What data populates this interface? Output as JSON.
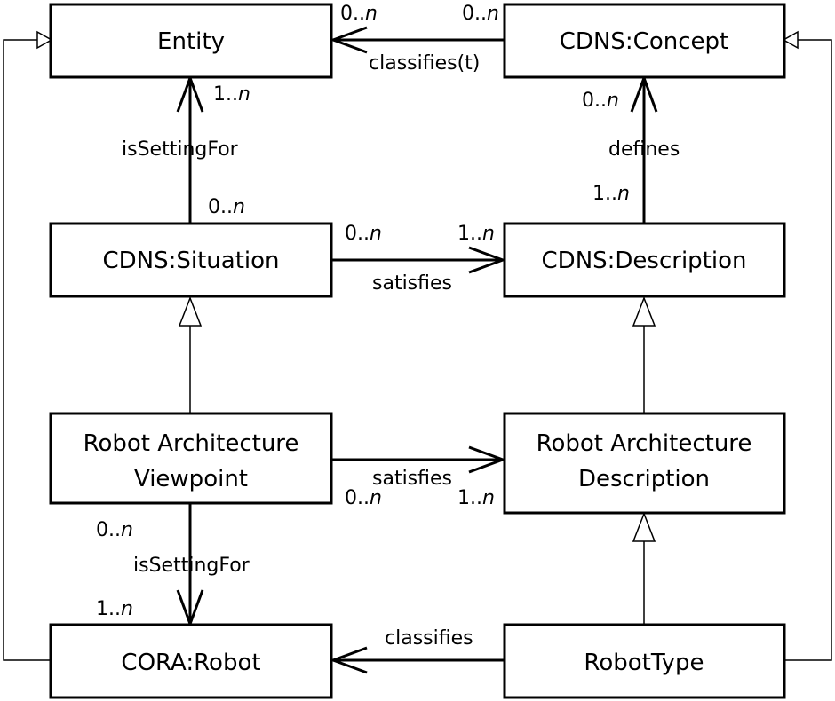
{
  "boxes": {
    "entity": {
      "lines": [
        "Entity"
      ]
    },
    "concept": {
      "lines": [
        "CDNS:Concept"
      ]
    },
    "situation": {
      "lines": [
        "CDNS:Situation"
      ]
    },
    "description": {
      "lines": [
        "CDNS:Description"
      ]
    },
    "viewpoint": {
      "lines": [
        "Robot Architecture",
        "Viewpoint"
      ]
    },
    "rad": {
      "lines": [
        "Robot Architecture",
        "Description"
      ]
    },
    "robot": {
      "lines": [
        "CORA:Robot"
      ]
    },
    "robottype": {
      "lines": [
        "RobotType"
      ]
    }
  },
  "associations": {
    "classifies_t": {
      "label": "classifies(t)",
      "source_mult": "0..",
      "source_mult_n": "n",
      "target_mult": "0..",
      "target_mult_n": "n"
    },
    "is_setting_for_top": {
      "label": "isSettingFor",
      "source_mult": "0..",
      "source_mult_n": "n",
      "target_mult": "1..",
      "target_mult_n": "n"
    },
    "defines": {
      "label": "defines",
      "source_mult": "1..",
      "source_mult_n": "n",
      "target_mult": "0..",
      "target_mult_n": "n"
    },
    "satisfies_top": {
      "label": "satisfies",
      "source_mult": "0..",
      "source_mult_n": "n",
      "target_mult": "1..",
      "target_mult_n": "n"
    },
    "satisfies_bottom": {
      "label": "satisfies",
      "source_mult": "0..",
      "source_mult_n": "n",
      "target_mult": "1..",
      "target_mult_n": "n"
    },
    "is_setting_for_bottom": {
      "label": "isSettingFor",
      "source_mult": "0..",
      "source_mult_n": "n",
      "target_mult": "1..",
      "target_mult_n": "n"
    },
    "classifies": {
      "label": "classifies"
    }
  }
}
